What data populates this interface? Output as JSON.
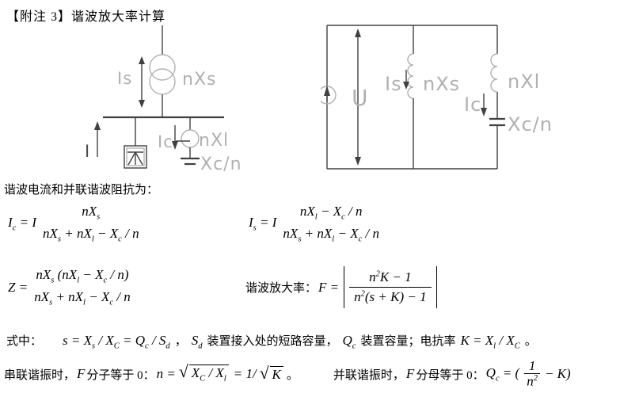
{
  "page": {
    "title": "【附注 3】谐波放大率计算",
    "intro": "谐波电流和并联谐波阻抗为："
  },
  "diagram_left": {
    "labels": {
      "is": "Is",
      "nxs": "nXs",
      "i": "I",
      "ic": "Ic",
      "nxl": "nXl",
      "xcn": "Xc/n"
    }
  },
  "diagram_right": {
    "labels": {
      "u": "U",
      "is": "Is",
      "nxs": "nXs",
      "ic": "Ic",
      "nxl": "nXl",
      "xcn": "Xc/n"
    }
  },
  "formulas": {
    "ic": {
      "lhs": "I~c~ = I",
      "num": "nX~s~",
      "den": "nX~s~ + nX~l~ − X~c~ / n"
    },
    "is": {
      "lhs": "I~s~ = I",
      "num": "nX~l~ − X~c~ / n",
      "den": "nX~s~ + nX~l~ − X~c~ / n"
    },
    "z": {
      "lhs": "Z =",
      "num": "nX~s~ (nX~l~ − X~c~ / n)",
      "den": "nX~s~ + nX~l~ − X~c~ / n"
    },
    "f": {
      "label": "谐波放大率：",
      "lhs": "F =",
      "num": "n^2^K − 1",
      "den": "n^2^(s + K) − 1"
    }
  },
  "note": {
    "label": "式中：",
    "m1": "s = X~s~ / X~C~ = Q~c~ / S~d~",
    "t1": "，",
    "m2": "S~d~",
    "t2": "装置接入处的短路容量，",
    "m3": "Q~c~",
    "t3": "装置容量；电抗率",
    "m4": "K = X~l~ / X~C~",
    "t4": "。"
  },
  "resonance": {
    "series": {
      "t1": "串联谐振时，",
      "m1": "F",
      "t2": "分子等于 0：",
      "m2": "n =",
      "sqrt1": "X~C~ / X~l~",
      "m3": "= 1/",
      "sqrt2": "K",
      "t3": "。"
    },
    "parallel": {
      "t1": "并联谐振时，",
      "m1": "F",
      "t2": "分母等于 0：",
      "m2": "Q~c~ = (",
      "fnum": "1",
      "fden": "n^2^",
      "m3": "− K)"
    }
  },
  "colors": {
    "wire": "#404040",
    "label_gray": "#b0b0b0",
    "text": "#000000"
  }
}
